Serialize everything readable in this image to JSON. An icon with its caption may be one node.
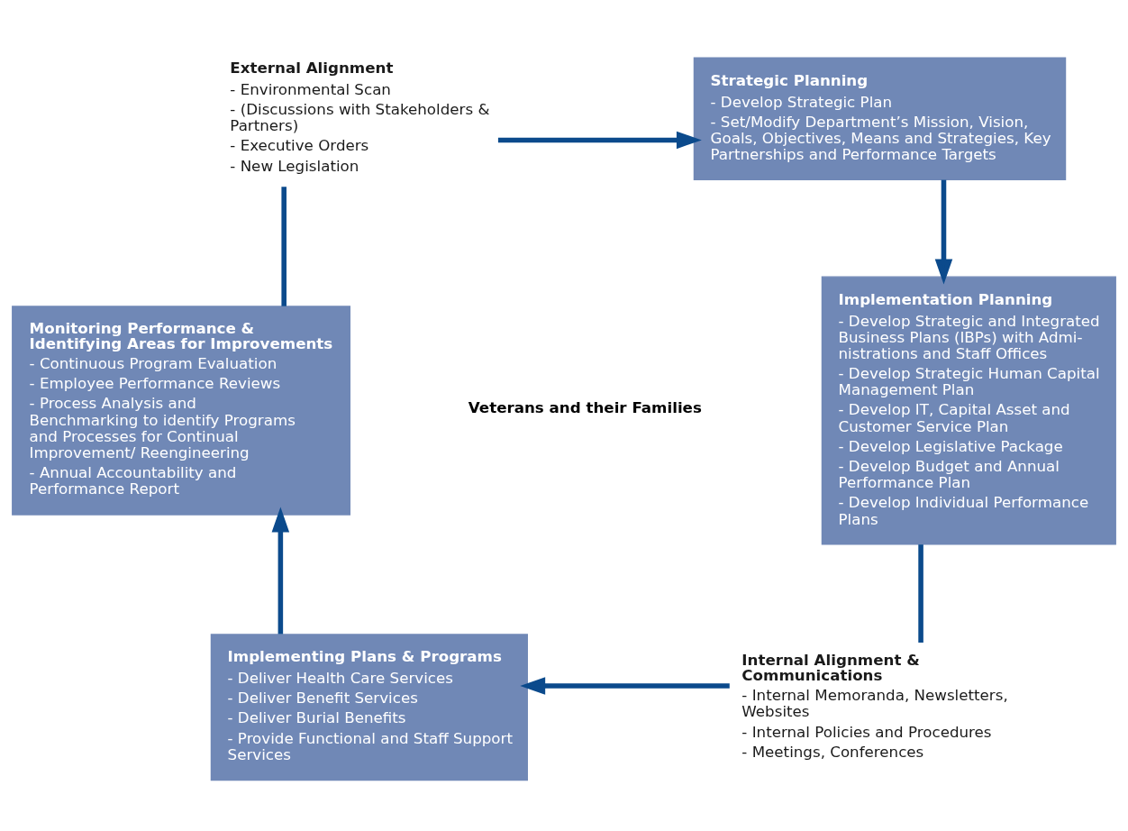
{
  "diagram": {
    "nodes": [
      {
        "text": [
          "External Alignment",
          "- Environmental Scan",
          "- (Discussions with Stakeholders & Partners)",
          "- Executive Orders",
          "- New Legislation"
        ]
      },
      {
        "text": [
          "Strategic Planning",
          "- Develop Strategic Plan",
          "- Set/Modify Department’s Mission, Vision, Goals, Objectives, Means and Strategies, Key Partnerships and Performance Targets"
        ]
      },
      {
        "text": [
          "Implementation Planning",
          "- Develop Strategic and Integrated Business Plans (IBPs) with Admi- nistrations and Staff Offices",
          "- Develop Strategic Human Capital Management Plan",
          "- Develop IT, Capital Asset and Customer Service Plan",
          "- Develop Legislative Package",
          "- Develop Budget and Annual Performance Plan",
          "- Develop Individual Performance Plans"
        ]
      },
      {
        "text": [
          "Internal Alignment & Communications",
          "- Internal Memoranda, Newsletters, Websites",
          "- Internal Policies and Procedures",
          "- Meetings, Conferences"
        ]
      },
      {
        "text": [
          "Implementing Plans & Programs",
          "- Deliver Health Care Services",
          "- Deliver Benefit Services",
          "- Deliver Burial Benefits",
          "- Provide Functional and Staff Support Services"
        ]
      },
      {
        "text": [
          "Monitoring Performance & Identifying Areas for Improvements",
          "- Continuous Program Evaluation",
          "- Employee Performance Reviews",
          "- Process Analysis and Benchmarking to identify Programs and Processes for Continual Improvement/ Reengineering",
          "- Annual Accountability and Performance Report"
        ]
      }
    ],
    "edges": [
      {
        "from": 0,
        "to": 1,
        "arrow": "to"
      },
      {
        "from": 1,
        "to": 2,
        "arrow": "to"
      },
      {
        "from": 2,
        "to": 3,
        "arrow": "none"
      },
      {
        "from": 3,
        "to": 4,
        "arrow": "to"
      },
      {
        "from": 4,
        "to": 5,
        "arrow": "to"
      },
      {
        "from": 5,
        "to": 0,
        "arrow": "none"
      }
    ],
    "labels": [
      "Veterans and their Families"
    ]
  }
}
